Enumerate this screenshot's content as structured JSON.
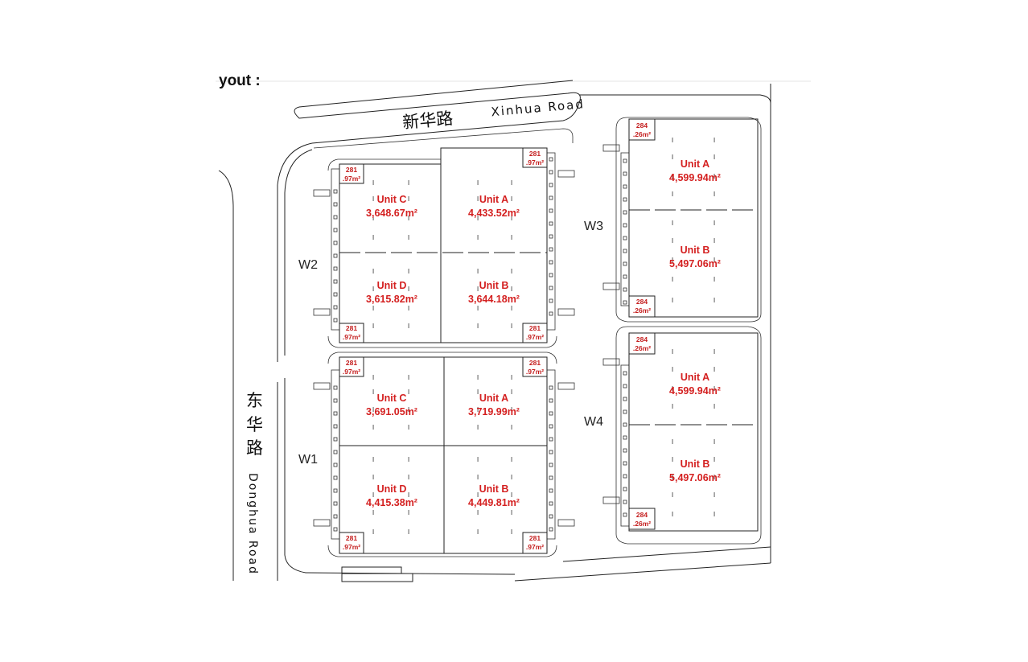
{
  "header": {
    "partial_title": "yout :"
  },
  "roads": {
    "top_cn": "新华路",
    "top_en": "Xinhua Road",
    "left_cn": [
      "东",
      "华",
      "路"
    ],
    "left_en": "Donghua Road"
  },
  "warehouses": [
    {
      "label": "W2",
      "units": [
        {
          "name": "Unit C",
          "area": "3,648.67m²"
        },
        {
          "name": "Unit A",
          "area": "4,433.52m²"
        },
        {
          "name": "Unit D",
          "area": "3,615.82m²"
        },
        {
          "name": "Unit B",
          "area": "3,644.18m²"
        }
      ],
      "corner_areas": [
        {
          "line1": "281",
          "line2": ".97m²"
        },
        {
          "line1": "281",
          "line2": ".97m²"
        },
        {
          "line1": "281",
          "line2": ".97m²"
        },
        {
          "line1": "281",
          "line2": ".97m²"
        }
      ]
    },
    {
      "label": "W1",
      "units": [
        {
          "name": "Unit C",
          "area": "3,691.05m²"
        },
        {
          "name": "Unit A",
          "area": "3,719.99m²"
        },
        {
          "name": "Unit D",
          "area": "4,415.38m²"
        },
        {
          "name": "Unit B",
          "area": "4,449.81m²"
        }
      ],
      "corner_areas": [
        {
          "line1": "281",
          "line2": ".97m²"
        },
        {
          "line1": "281",
          "line2": ".97m²"
        },
        {
          "line1": "281",
          "line2": ".97m²"
        },
        {
          "line1": "281",
          "line2": ".97m²"
        }
      ]
    },
    {
      "label": "W3",
      "units": [
        {
          "name": "Unit A",
          "area": "4,599.94m²"
        },
        {
          "name": "Unit B",
          "area": "5,497.06m²"
        }
      ],
      "corner_areas": [
        {
          "line1": "284",
          "line2": ".26m²"
        },
        {
          "line1": "284",
          "line2": ".26m²"
        }
      ]
    },
    {
      "label": "W4",
      "units": [
        {
          "name": "Unit A",
          "area": "4,599.94m²"
        },
        {
          "name": "Unit B",
          "area": "5,497.06m²"
        }
      ],
      "corner_areas": [
        {
          "line1": "284",
          "line2": ".26m²"
        },
        {
          "line1": "284",
          "line2": ".26m²"
        }
      ]
    }
  ]
}
